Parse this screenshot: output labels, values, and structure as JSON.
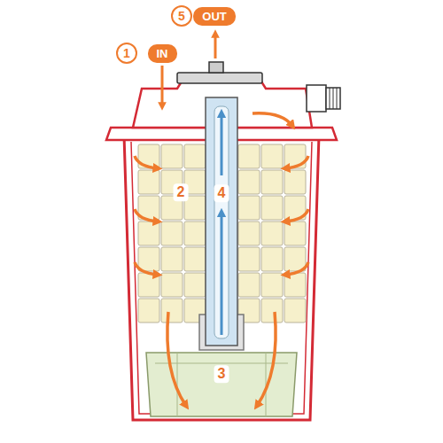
{
  "diagram": {
    "nodes": [
      {
        "text": [
          "5"
        ]
      },
      {
        "text": [
          "OUT"
        ]
      },
      {
        "text": [
          "1"
        ]
      },
      {
        "text": [
          "IN"
        ]
      }
    ],
    "labels": [
      "2",
      "4",
      "3"
    ]
  }
}
